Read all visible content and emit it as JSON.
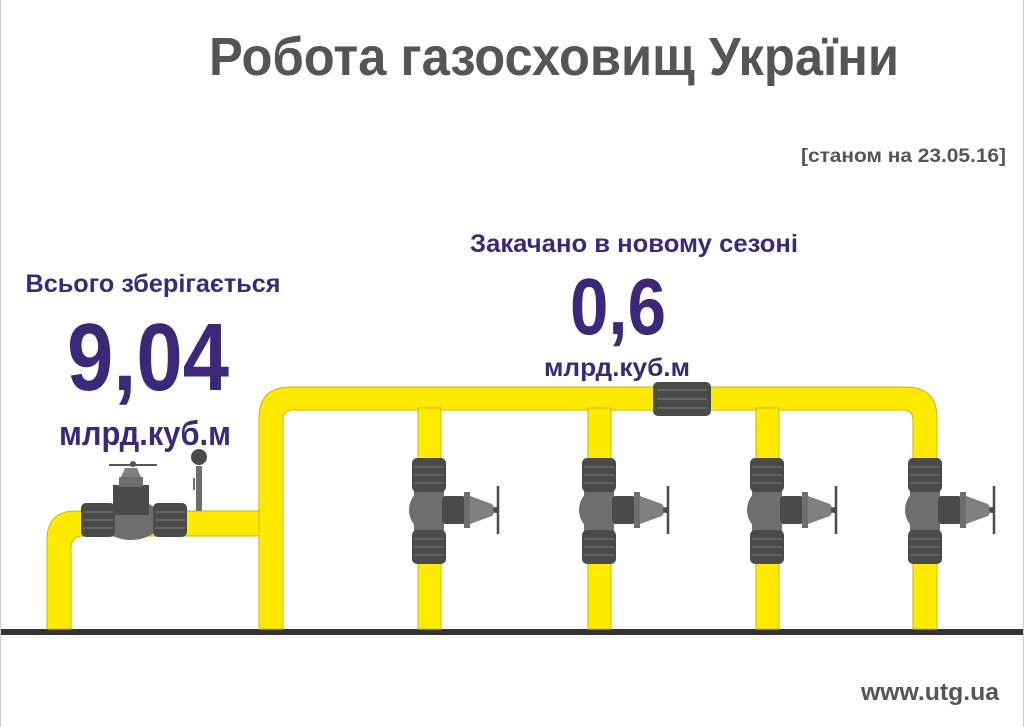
{
  "title": "Робота газосховищ України",
  "date_note": "[станом на 23.05.16]",
  "stored": {
    "label": "Всього зберігається",
    "value": "9,04",
    "unit": "млрд.куб.м"
  },
  "injected": {
    "label": "Закачано в новому сезоні",
    "value": "0,6",
    "unit": "млрд.куб.м"
  },
  "website": "www.utg.ua",
  "colors": {
    "pipe": "#ffea00",
    "text_accent": "#3a2978",
    "text_gray": "#555555",
    "valve_dark": "#4a4a4a",
    "valve_mid": "#6e6e6e"
  }
}
